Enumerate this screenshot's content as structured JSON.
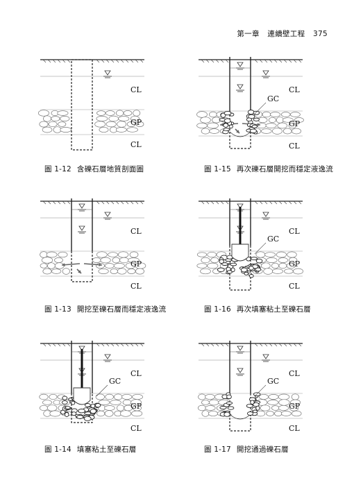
{
  "header": {
    "chapter": "第一章",
    "title": "連續壁工程",
    "page": "375"
  },
  "soil_labels": {
    "cl": "CL",
    "gp": "GP",
    "gc": "GC"
  },
  "figures": [
    {
      "num": "圖 1-12",
      "caption": "含礫石層地質剖面圖"
    },
    {
      "num": "圖 1-13",
      "caption": "開挖至礫石層而穩定液逸流"
    },
    {
      "num": "圖 1-14",
      "caption": "填塞粘土至礫石層"
    },
    {
      "num": "圖 1-15",
      "caption": "再次礫石層開挖而穩定液逸流"
    },
    {
      "num": "圖 1-16",
      "caption": "再次填塞粘土至礫石層"
    },
    {
      "num": "圖 1-17",
      "caption": "開挖通過礫石層"
    }
  ]
}
